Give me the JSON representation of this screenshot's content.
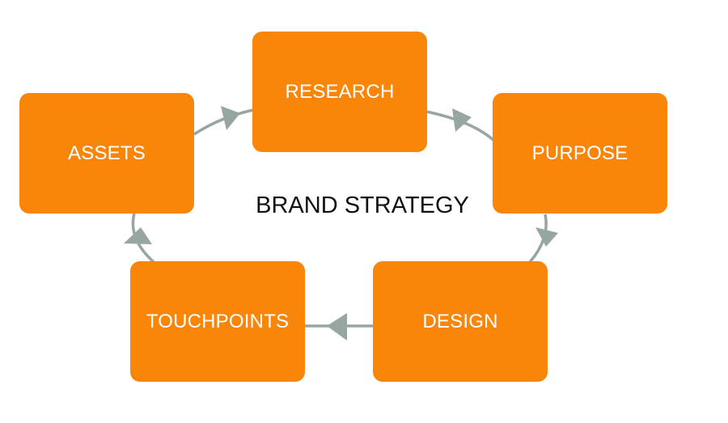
{
  "diagram": {
    "center_title": "BRAND STRATEGY",
    "nodes": {
      "research": "RESEARCH",
      "purpose": "PURPOSE",
      "design": "DESIGN",
      "touchpoints": "TOUCHPOINTS",
      "assets": "ASSETS"
    },
    "cycle_order": [
      "RESEARCH",
      "PURPOSE",
      "DESIGN",
      "TOUCHPOINTS",
      "ASSETS"
    ]
  },
  "colors": {
    "node_fill": "#f98608",
    "node_text": "#ffffff",
    "connector": "#97a6a1",
    "title_text": "#111111"
  }
}
